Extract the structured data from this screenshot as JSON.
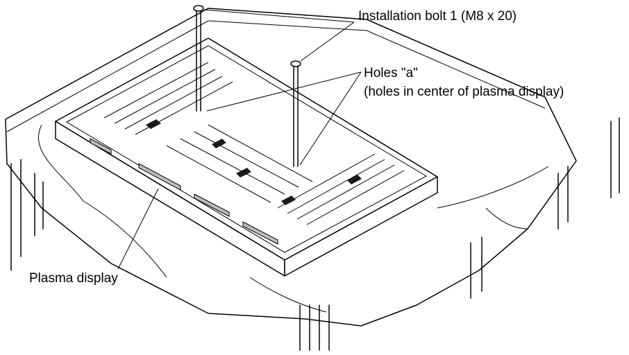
{
  "labels": {
    "bolt": "Installation bolt 1 (M8 x 20)",
    "holes": "Holes \"a\"",
    "holes_sub": "(holes in center of plasma display)",
    "plasma": "Plasma display"
  }
}
